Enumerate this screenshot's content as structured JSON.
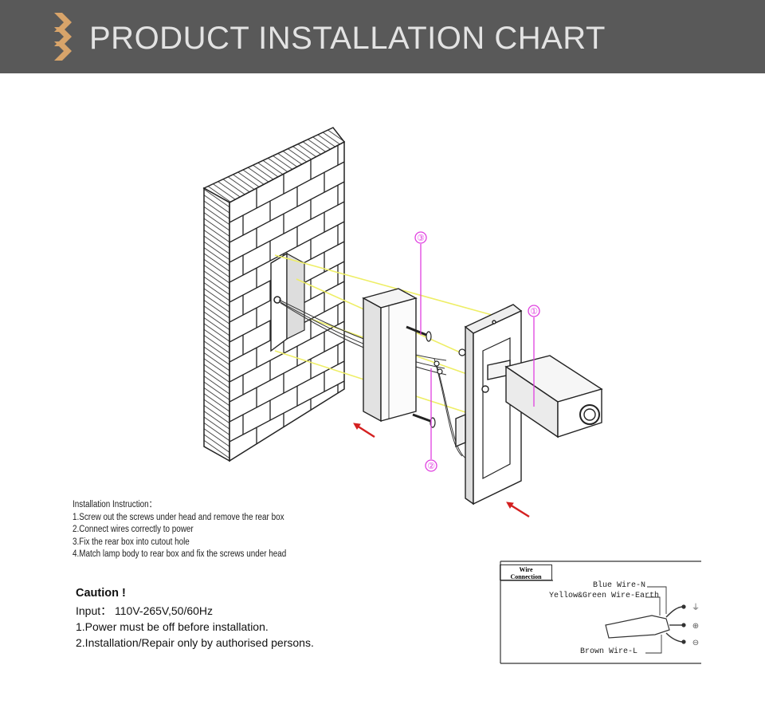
{
  "header": {
    "title": "PRODUCT INSTALLATION CHART",
    "bg_color": "#595959",
    "accent_color": "#d8a46a"
  },
  "callouts": {
    "one": "①",
    "two": "②",
    "three": "③"
  },
  "instructions": {
    "title": "Installation Instruction：",
    "steps": [
      "1.Screw out the screws under head and remove the rear box",
      "2.Connect wires correctly to power",
      "3.Fix the rear box into cutout hole",
      "4.Match lamp body to rear box and fix the screws under head"
    ]
  },
  "caution": {
    "title": "Caution !",
    "input": "Input：  110V-265V,50/60Hz",
    "lines": [
      "1.Power must be off before installation.",
      "2.Installation/Repair only by authorised persons."
    ]
  },
  "wire_connection": {
    "badge_line1": "Wire",
    "badge_line2": "Connection",
    "blue": "Blue Wire-N",
    "yellow_green": "Yellow&Green Wire-Earth",
    "brown": "Brown Wire-L",
    "symbols": [
      "⏚",
      "⊕",
      "⊖"
    ]
  },
  "colors": {
    "callout": "#e040e0",
    "guide": "#eeee66",
    "arrow": "#d42020"
  }
}
